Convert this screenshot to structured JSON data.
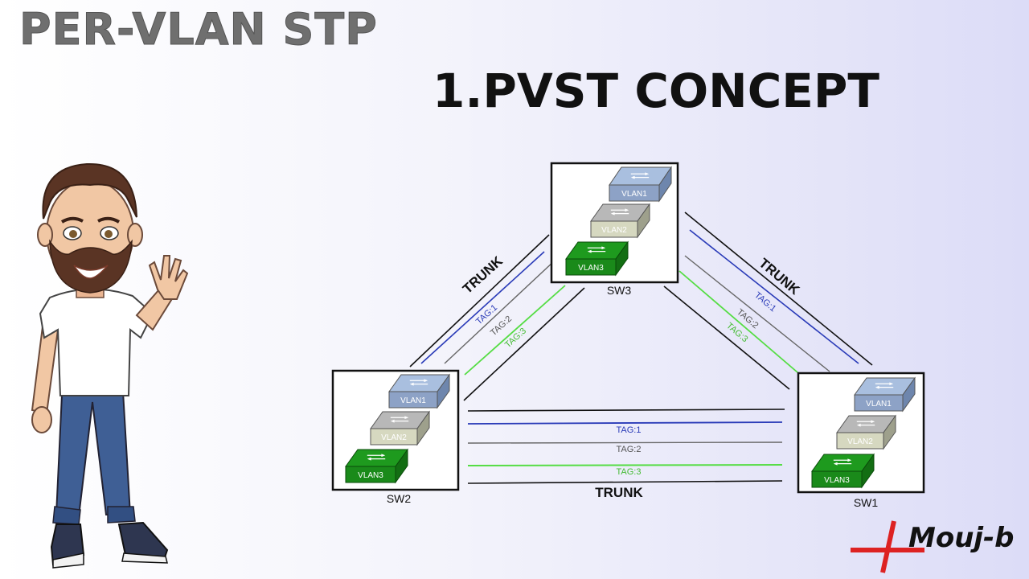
{
  "header": {
    "title": "PER-VLAN STP",
    "subtitle": "1.PVST CONCEPT"
  },
  "switches": {
    "sw3": {
      "name": "SW3",
      "vlans": [
        "VLAN1",
        "VLAN2",
        "VLAN3"
      ]
    },
    "sw2": {
      "name": "SW2",
      "vlans": [
        "VLAN1",
        "VLAN2",
        "VLAN3"
      ]
    },
    "sw1": {
      "name": "SW1",
      "vlans": [
        "VLAN1",
        "VLAN2",
        "VLAN3"
      ]
    }
  },
  "links": {
    "left": {
      "trunk_label": "TRUNK",
      "tags": [
        "TAG:1",
        "TAG:2",
        "TAG:3"
      ]
    },
    "right": {
      "trunk_label": "TRUNK",
      "tags": [
        "TAG:1",
        "TAG:2",
        "TAG:3"
      ]
    },
    "bottom": {
      "trunk_label": "TRUNK",
      "tags": [
        "TAG:1",
        "TAG:2",
        "TAG:3"
      ]
    }
  },
  "colors": {
    "vlan1": "#2a3bb8",
    "vlan2": "#555555",
    "vlan3": "#55dd44"
  },
  "logo": {
    "text": "Mouj-b"
  }
}
